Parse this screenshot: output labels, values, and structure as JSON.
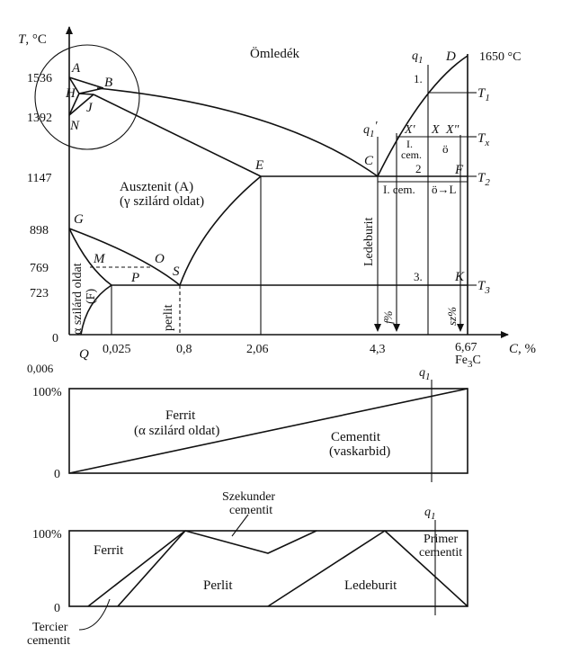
{
  "phase_diagram": {
    "y_axis_title_T": "T",
    "y_axis_title_unit": ", °C",
    "x_axis_title_C": "C",
    "x_axis_title_unit": ", %",
    "x_extra_label": "0,006",
    "fe3c_label_fe": "Fe",
    "fe3c_label_sub": "3",
    "fe3c_label_c": "C",
    "melt_label": "Ömledék",
    "temp_labels": {
      "t1536": "1536",
      "t1392": "1392",
      "t1147": "1147",
      "t898": "898",
      "t769": "769",
      "t723": "723",
      "t0": "0",
      "t1650": "1650 °C"
    },
    "x_ticks": {
      "x0025": "0,025",
      "x08": "0,8",
      "x206": "2,06",
      "x43": "4,3",
      "x667": "6,67"
    },
    "points": {
      "A": "A",
      "B": "B",
      "H": "H",
      "J": "J",
      "N": "N",
      "D": "D",
      "E": "E",
      "C": "C",
      "F": "F",
      "G": "G",
      "M": "M",
      "O": "O",
      "S": "S",
      "P": "P",
      "K": "K",
      "Q": "Q"
    },
    "region_labels": {
      "austenite_1": "Ausztenit (A)",
      "austenite_2": "(γ szilárd oldat)",
      "alpha_solid_1": "α szilárd oldat",
      "alpha_solid_2": "(F)",
      "perlit": "perlit",
      "ledeburit": "Ledeburit",
      "cem_a": "I.",
      "cem_b": "cem.",
      "o_small": "ö",
      "n2": "2",
      "i_cem": "I. cem.",
      "o_to_L": "ö→L",
      "n3": "3.",
      "n1": "1.",
      "f_pct": "f%",
      "sz_pct": "sz%"
    },
    "level_labels": {
      "T1": "T",
      "T1_sub": "1",
      "Tx": "T",
      "Tx_sub": "x",
      "T2": "T",
      "T2_sub": "2",
      "T3": "T",
      "T3_sub": "3"
    },
    "section_labels": {
      "q1": "q",
      "q1_sub": "1",
      "q1p": "q",
      "q1p_sub": "1",
      "q1p_prime": "'",
      "Xp": "X'",
      "X": "X",
      "Xpp": "X\""
    }
  },
  "ferrite_cementite_chart": {
    "y100": "100%",
    "y0": "0",
    "q1": "q",
    "q1_sub": "1",
    "ferrit_1": "Ferrit",
    "ferrit_2": "(α szilárd oldat)",
    "cementit_1": "Cementit",
    "cementit_2": "(vaskarbid)"
  },
  "structure_chart": {
    "y100": "100%",
    "y0": "0",
    "q1": "q",
    "q1_sub": "1",
    "szekunder_1": "Szekunder",
    "szekunder_2": "cementit",
    "ferrit": "Ferrit",
    "perlit": "Perlit",
    "ledeburit": "Ledeburit",
    "primer_1": "Primer",
    "primer_2": "cementit",
    "tercier_1": "Tercier",
    "tercier_2": "cementit"
  }
}
